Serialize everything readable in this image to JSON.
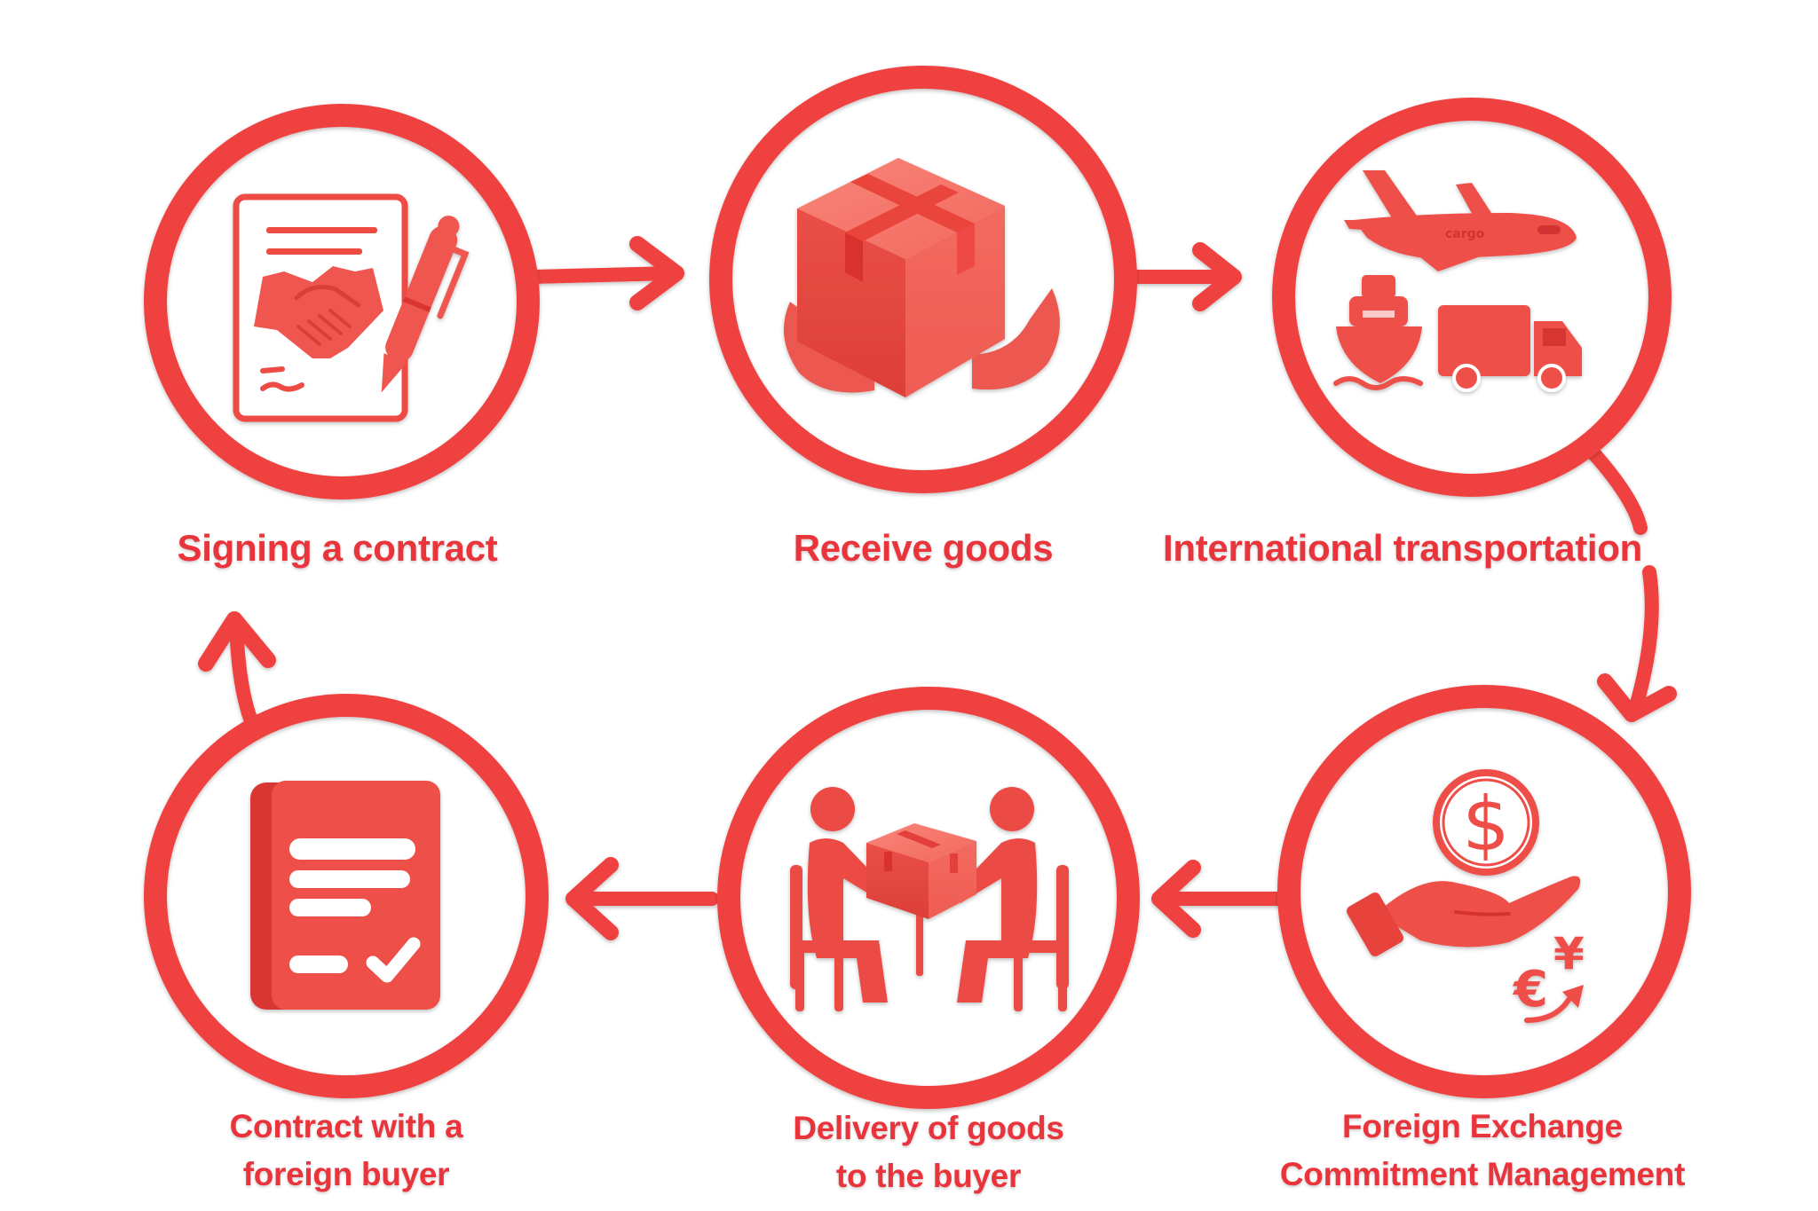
{
  "diagram": {
    "type": "process-cycle",
    "title": "",
    "colors": {
      "primary": "#ef4444",
      "ring": "#ee3f3d",
      "label": "#ea343c",
      "icon_light": "#f4675e",
      "icon_dark": "#d93431",
      "background": "#ffffff"
    },
    "steps": [
      {
        "id": 1,
        "label_lines": [
          "Signing a contract"
        ],
        "icon": "handshake-contract-pen-icon"
      },
      {
        "id": 2,
        "label_lines": [
          "Receive goods"
        ],
        "icon": "package-box-in-hands-icon"
      },
      {
        "id": 3,
        "label_lines": [
          "International transportation"
        ],
        "icon": "airplane-ship-truck-icon"
      },
      {
        "id": 4,
        "label_lines": [
          "Foreign Exchange",
          "Commitment Management"
        ],
        "icon": "hand-dollar-coin-currency-exchange-icon"
      },
      {
        "id": 5,
        "label_lines": [
          "Delivery of goods",
          "to the buyer"
        ],
        "icon": "two-people-exchanging-box-icon"
      },
      {
        "id": 6,
        "label_lines": [
          "Contract with a",
          "foreign buyer"
        ],
        "icon": "document-checkmark-icon"
      }
    ],
    "flow": [
      {
        "from": 1,
        "to": 2,
        "direction": "right"
      },
      {
        "from": 2,
        "to": 3,
        "direction": "right"
      },
      {
        "from": 3,
        "to": 4,
        "direction": "down-curved"
      },
      {
        "from": 4,
        "to": 5,
        "direction": "left"
      },
      {
        "from": 5,
        "to": 6,
        "direction": "left"
      },
      {
        "from": 6,
        "to": 1,
        "direction": "up"
      }
    ],
    "icon_glyphs": {
      "dollar": "$",
      "euro": "€",
      "yen": "¥"
    }
  }
}
